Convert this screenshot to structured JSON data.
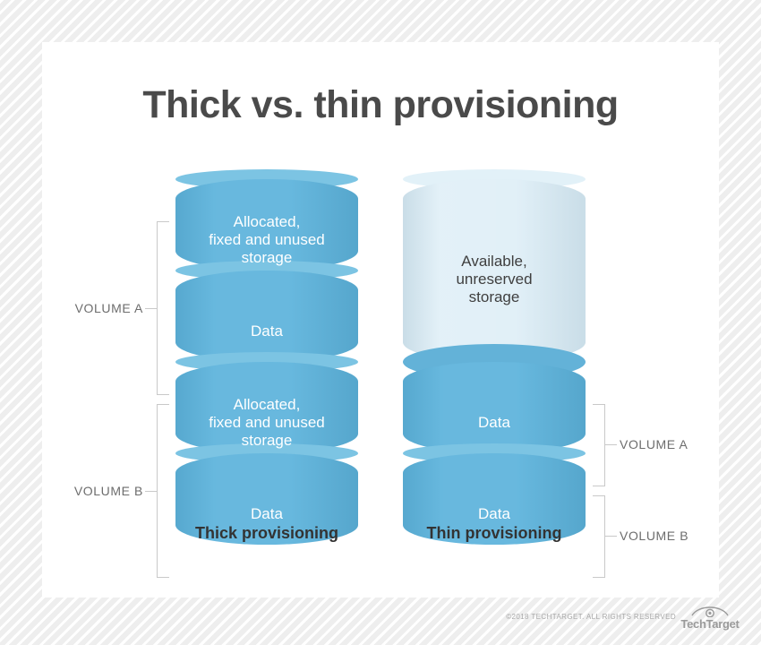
{
  "page": {
    "title": "Thick vs. thin provisioning",
    "background_pattern": "diagonal-stripes",
    "card_color": "#ffffff"
  },
  "colors": {
    "cylinder_blue": "#5cb3dc",
    "cylinder_lip": "#7cc4e3",
    "unreserved_light_blue": "#d4e9f4",
    "fill_cap": "#63b2d8",
    "label_gray": "#6d6d6d",
    "title_gray": "#4a4a4a",
    "bracket_gray": "#c9c9c9"
  },
  "columns": [
    {
      "id": "thick",
      "caption": "Thick provisioning",
      "bracket_side": "left",
      "segments": [
        {
          "label": "Allocated,\nfixed and unused\nstorage",
          "kind": "allocated",
          "volume": "A"
        },
        {
          "label": "Data",
          "kind": "data",
          "volume": "A"
        },
        {
          "label": "Allocated,\nfixed and unused\nstorage",
          "kind": "allocated",
          "volume": "B"
        },
        {
          "label": "Data",
          "kind": "data",
          "volume": "B"
        }
      ],
      "volume_labels": [
        {
          "text": "VOLUME A"
        },
        {
          "text": "VOLUME B"
        }
      ]
    },
    {
      "id": "thin",
      "caption": "Thin provisioning",
      "bracket_side": "right",
      "segments": [
        {
          "label": "Available,\nunreserved\nstorage",
          "kind": "available",
          "volume": null
        },
        {
          "label": "Data",
          "kind": "data",
          "volume": "A"
        },
        {
          "label": "Data",
          "kind": "data",
          "volume": "B"
        }
      ],
      "volume_labels": [
        {
          "text": "VOLUME A"
        },
        {
          "text": "VOLUME B"
        }
      ]
    }
  ],
  "footer": {
    "copyright": "©2018 TECHTARGET. ALL RIGHTS RESERVED",
    "logo_name": "TechTarget",
    "logo_icon": "eye-icon"
  }
}
